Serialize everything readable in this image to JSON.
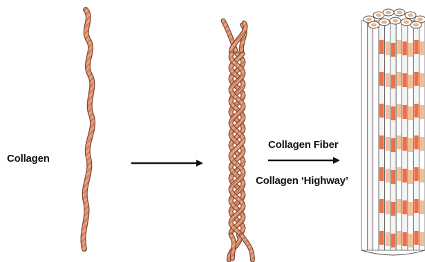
{
  "labels": {
    "collagen": "Collagen",
    "fiber": "Collagen Fiber",
    "highway": "Collagen ‘Highway’"
  },
  "colors": {
    "strand_fill": "#e8a07a",
    "strand_outline": "#7a4a3a",
    "bundle_stripe": "#e85a2a",
    "bundle_stripe_light": "#f2b080",
    "bundle_outline": "#555555",
    "arrow": "#111111"
  }
}
